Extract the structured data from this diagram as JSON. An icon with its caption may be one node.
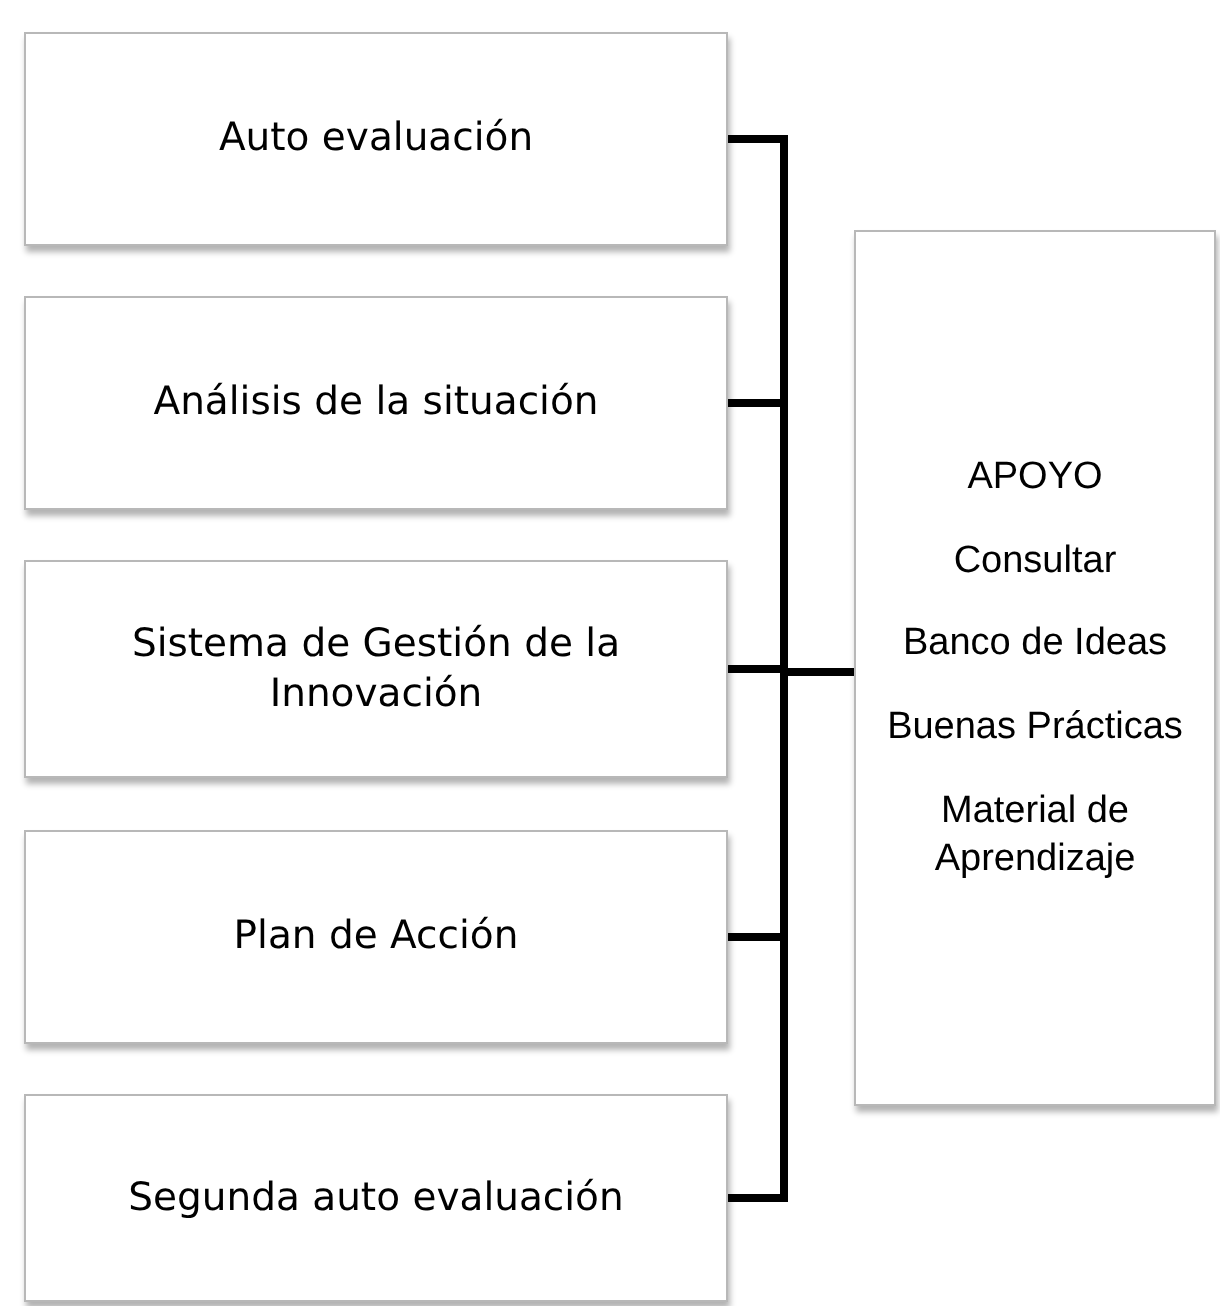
{
  "diagram": {
    "nodes": [
      {
        "text": [
          "Auto evaluación"
        ]
      },
      {
        "text": [
          "Análisis de la situación"
        ]
      },
      {
        "text": [
          "Sistema de Gestión de la Innovación"
        ]
      },
      {
        "text": [
          "Plan de Acción"
        ]
      },
      {
        "text": [
          "Segunda auto evaluación"
        ]
      },
      {
        "text": [
          "APOYO",
          "Consultar",
          "Banco de Ideas",
          "Buenas Prácticas",
          "Material de Aprendizaje"
        ]
      }
    ],
    "edges": [
      {
        "from": 0,
        "to": 5,
        "arrow": "none"
      },
      {
        "from": 1,
        "to": 5,
        "arrow": "none"
      },
      {
        "from": 2,
        "to": 5,
        "arrow": "none"
      },
      {
        "from": 3,
        "to": 5,
        "arrow": "none"
      },
      {
        "from": 4,
        "to": 5,
        "arrow": "none"
      }
    ]
  }
}
